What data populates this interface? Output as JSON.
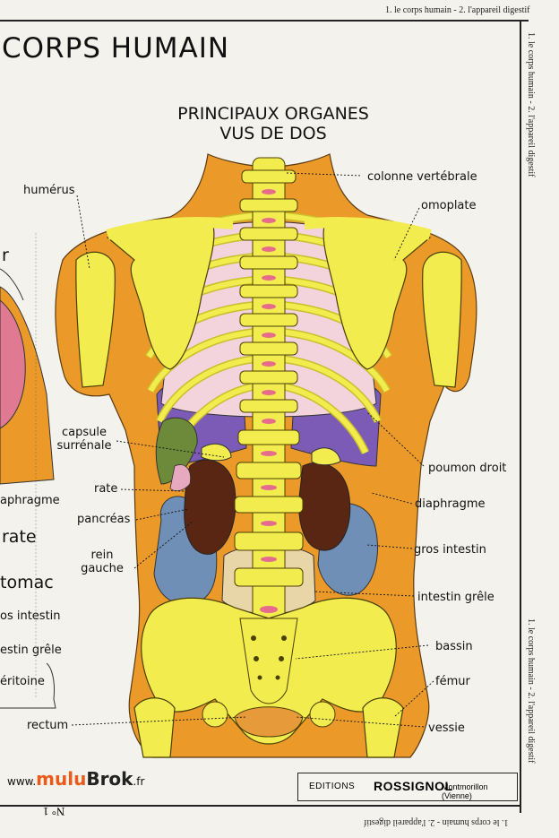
{
  "header": {
    "strip_top": "1. le corps humain - 2. l'appareil digestif",
    "strip_right_top": "1. le corps humain - 2. l'appareil digestif",
    "strip_right_bottom": "1. le corps humain - 2. l'appareil digestif",
    "strip_bottom": "1. le corps humain - 2. l'appareil digestif",
    "main_title": "CORPS HUMAIN",
    "section_title_line1": "PRINCIPAUX ORGANES",
    "section_title_line2": "VUS DE DOS"
  },
  "labels": {
    "humerus": "humérus",
    "colonne": "colonne vertébrale",
    "omoplate": "omoplate",
    "capsule1": "capsule",
    "capsule2": "surrénale",
    "rate": "rate",
    "pancreas": "pancréas",
    "rein1": "rein",
    "rein2": "gauche",
    "poumon": "poumon droit",
    "diaphragme": "diaphragme",
    "gros_intestin": "gros intestin",
    "intestin_grele": "intestin grêle",
    "bassin": "bassin",
    "femur": "fémur",
    "vessie": "vessie",
    "rectum": "rectum"
  },
  "left_panel": {
    "r": "r",
    "aphragme": "aphragme",
    "rate": "rate",
    "tomac": "tomac",
    "os_intestin": "os intestin",
    "estin_grele": "estin grêle",
    "eritoine": "éritoine"
  },
  "footer": {
    "edition_prefix": "EDITIONS",
    "edition_name": "ROSSIGNOL",
    "edition_place": "Montmorillon (Vienne)",
    "watermark_prefix": "www.",
    "watermark_a": "mulu",
    "watermark_b": "Brok",
    "watermark_suffix": ".fr",
    "plate_number": "N° 1"
  },
  "colors": {
    "body": "#eb9a2a",
    "bone": "#f2ec4f",
    "rib_space": "#f3d3dc",
    "lung": "#7b5bb5",
    "kidney": "#5a2614",
    "intestine": "#6f8fb6",
    "stomach": "#e07a93"
  }
}
